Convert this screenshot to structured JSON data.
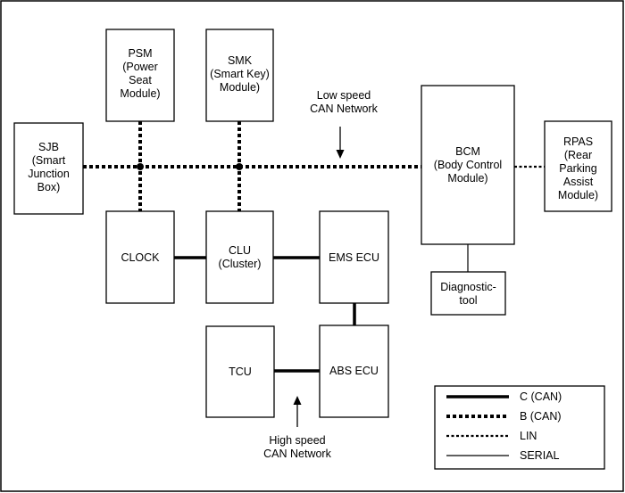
{
  "modules": {
    "sjb": {
      "lines": [
        "SJB",
        "(Smart",
        "Junction",
        "Box)"
      ]
    },
    "psm": {
      "lines": [
        "PSM",
        "(Power",
        "Seat",
        "Module)"
      ]
    },
    "smk": {
      "lines": [
        "SMK",
        "(Smart Key)",
        "Module)"
      ]
    },
    "bcm": {
      "lines": [
        "BCM",
        "(Body Control",
        "Module)"
      ]
    },
    "rpas": {
      "lines": [
        "RPAS",
        "(Rear",
        "Parking",
        "Assist",
        "Module)"
      ]
    },
    "clock": {
      "lines": [
        "CLOCK"
      ]
    },
    "clu": {
      "lines": [
        "CLU",
        "(Cluster)"
      ]
    },
    "ems": {
      "lines": [
        "EMS ECU"
      ]
    },
    "diag": {
      "lines": [
        "Diagnostic-",
        "tool"
      ]
    },
    "tcu": {
      "lines": [
        "TCU"
      ]
    },
    "abs": {
      "lines": [
        "ABS ECU"
      ]
    }
  },
  "annotations": {
    "low_speed": [
      "Low speed",
      "CAN Network"
    ],
    "high_speed": [
      "High speed",
      "CAN Network"
    ]
  },
  "legend": {
    "c_can": "C (CAN)",
    "b_can": "B (CAN)",
    "lin": "LIN",
    "serial": "SERIAL"
  }
}
